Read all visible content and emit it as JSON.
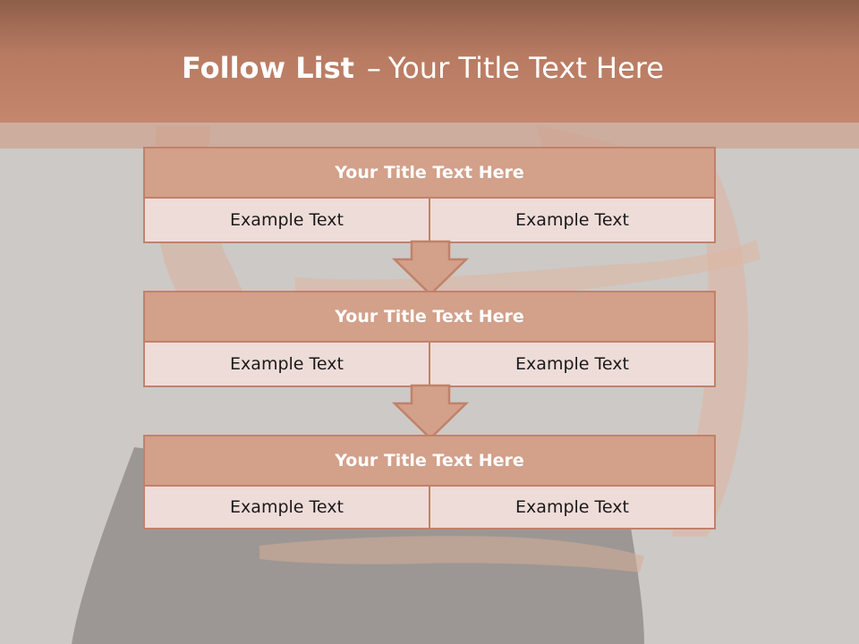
{
  "slide": {
    "title_bold": "Follow List",
    "title_dash": "–",
    "title_rest": "Your Title Text Here"
  },
  "steps": [
    {
      "title": "Your Title Text Here",
      "left": "Example Text",
      "right": "Example Text"
    },
    {
      "title": "Your Title Text Here",
      "left": "Example Text",
      "right": "Example Text"
    },
    {
      "title": "Your Title Text Here",
      "left": "Example Text",
      "right": "Example Text"
    }
  ],
  "colors": {
    "header": "#b87b62",
    "box_border": "#c0826a",
    "box_title_fill": "#d3a08a",
    "box_body_fill": "#eedcd8",
    "arrow_fill": "#d3a08a",
    "background": "#cfcbc8"
  }
}
